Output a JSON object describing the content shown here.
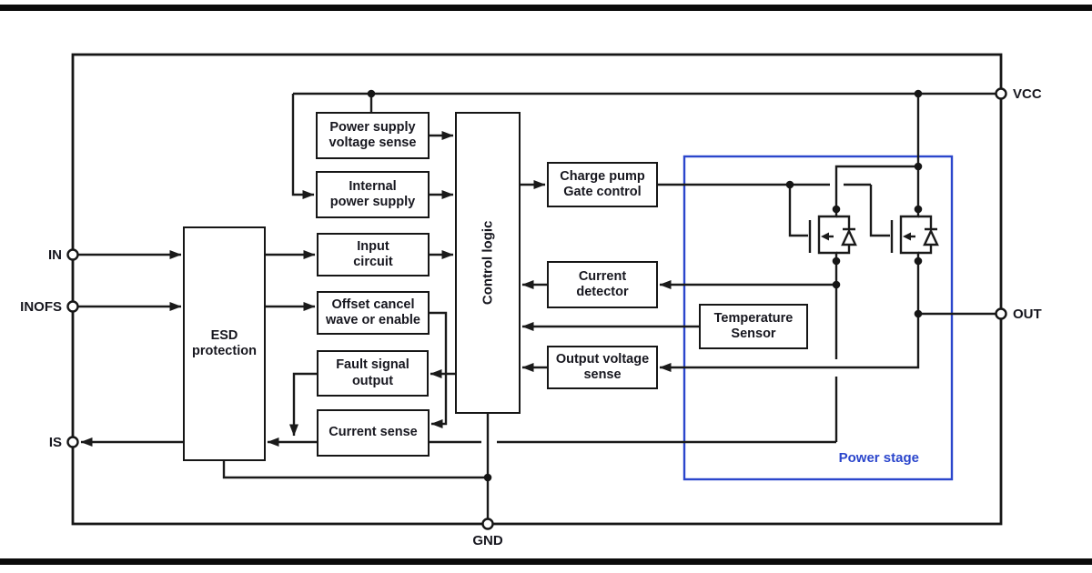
{
  "diagram": {
    "type": "ic-functional-block-diagram",
    "power_stage_label": "Power stage"
  },
  "ports": {
    "in": {
      "label": "IN"
    },
    "inofs": {
      "label": "INOFS"
    },
    "is": {
      "label": "IS"
    },
    "vcc": {
      "label": "VCC"
    },
    "out": {
      "label": "OUT"
    },
    "gnd": {
      "label": "GND"
    }
  },
  "blocks": {
    "power_supply_voltage_sense": {
      "label": "Power supply\nvoltage sense"
    },
    "internal_power_supply": {
      "label": "Internal\npower supply"
    },
    "input_circuit": {
      "label": "Input\ncircuit"
    },
    "offset_cancel": {
      "label": "Offset cancel\nwave or enable"
    },
    "fault_signal_output": {
      "label": "Fault signal\noutput"
    },
    "current_sense": {
      "label": "Current sense"
    },
    "esd_protection": {
      "label": "ESD\nprotection"
    },
    "control_logic": {
      "label": "Control logic"
    },
    "charge_pump_gate_control": {
      "label": "Charge pump\nGate control"
    },
    "current_detector": {
      "label": "Current\ndetector"
    },
    "temperature_sensor": {
      "label": "Temperature\nSensor"
    },
    "output_voltage_sense": {
      "label": "Output voltage\nsense"
    }
  },
  "colors": {
    "wire": "#1a1a1a",
    "text": "#17171f",
    "power_stage_border": "#2b46cc",
    "frame": "#0b0b0b"
  }
}
